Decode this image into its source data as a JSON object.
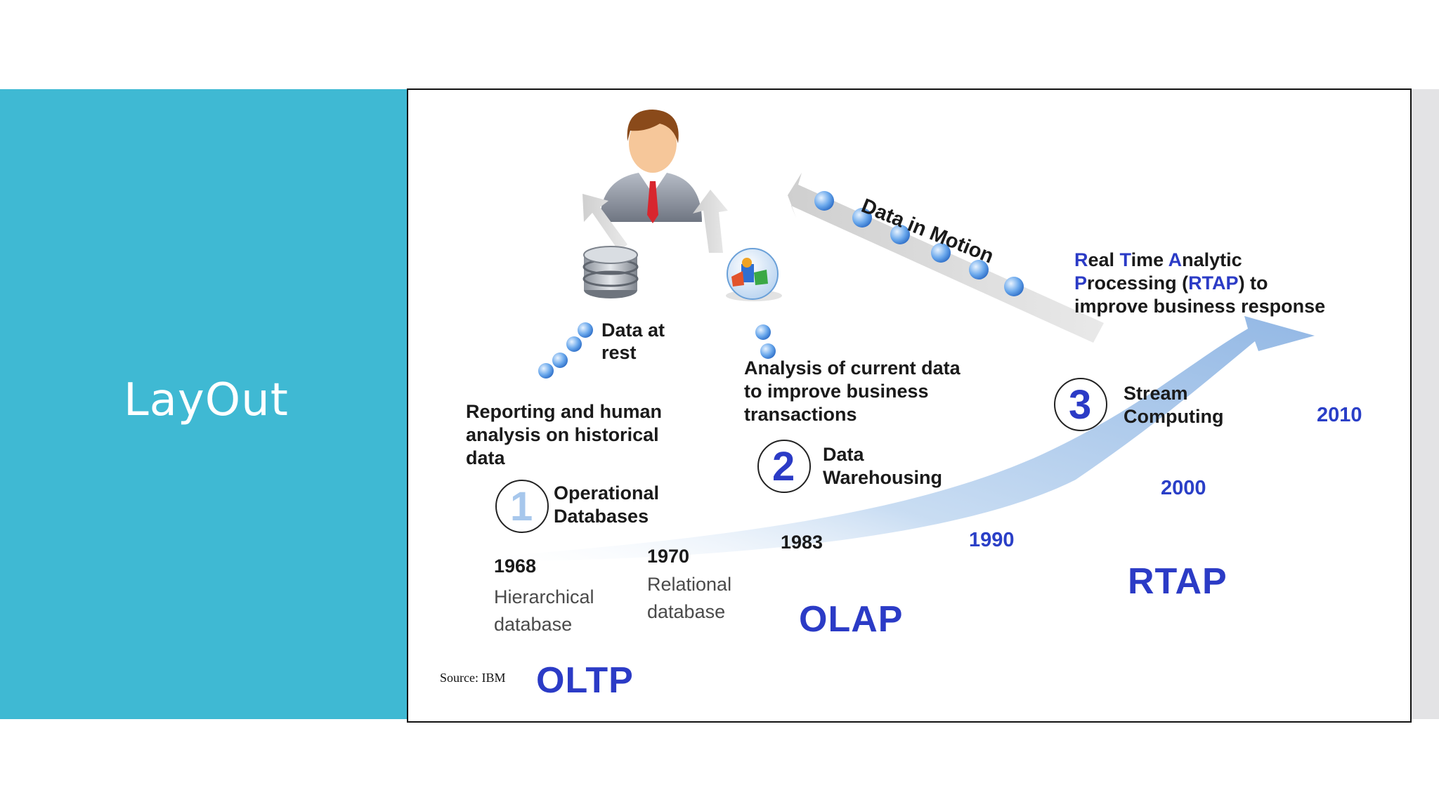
{
  "slide": {
    "title": "LayOut",
    "accent_color": "#3fb9d3"
  },
  "diagram": {
    "stages": [
      {
        "number": "1",
        "label_line1": "Operational",
        "label_line2": "Databases",
        "description_line1": "Reporting and human",
        "description_line2": "analysis on historical",
        "description_line3": "data",
        "era": "OLTP"
      },
      {
        "number": "2",
        "label_line1": "Data",
        "label_line2": "Warehousing",
        "description_line1": "Analysis of current data",
        "description_line2": "to improve business",
        "description_line3": "transactions",
        "era": "OLAP"
      },
      {
        "number": "3",
        "label_line1": "Stream",
        "label_line2": "Computing",
        "era": "RTAP"
      }
    ],
    "milestones": [
      {
        "year": "1968",
        "line1": "Hierarchical",
        "line2": "database"
      },
      {
        "year": "1970",
        "line1": "Relational",
        "line2": "database"
      },
      {
        "year": "1983"
      },
      {
        "year": "1990"
      },
      {
        "year": "2000"
      },
      {
        "year": "2010"
      }
    ],
    "data_at_rest_line1": "Data at",
    "data_at_rest_line2": "rest",
    "data_in_motion": "Data in Motion",
    "rtap_heading": {
      "line1_parts": [
        "R",
        "eal ",
        "T",
        "ime ",
        "A",
        "nalytic"
      ],
      "line2_parts": [
        "P",
        "rocessing (",
        "RTAP",
        ") to"
      ],
      "line3": "improve business response"
    },
    "source": "Source: IBM",
    "colors": {
      "era_blue": "#2b3bc6",
      "arrow_blue": "#a9c8ea",
      "bubble_blue": "#4a90e2"
    },
    "icons": [
      "person-icon",
      "database-icon",
      "analytics-globe-icon"
    ]
  }
}
